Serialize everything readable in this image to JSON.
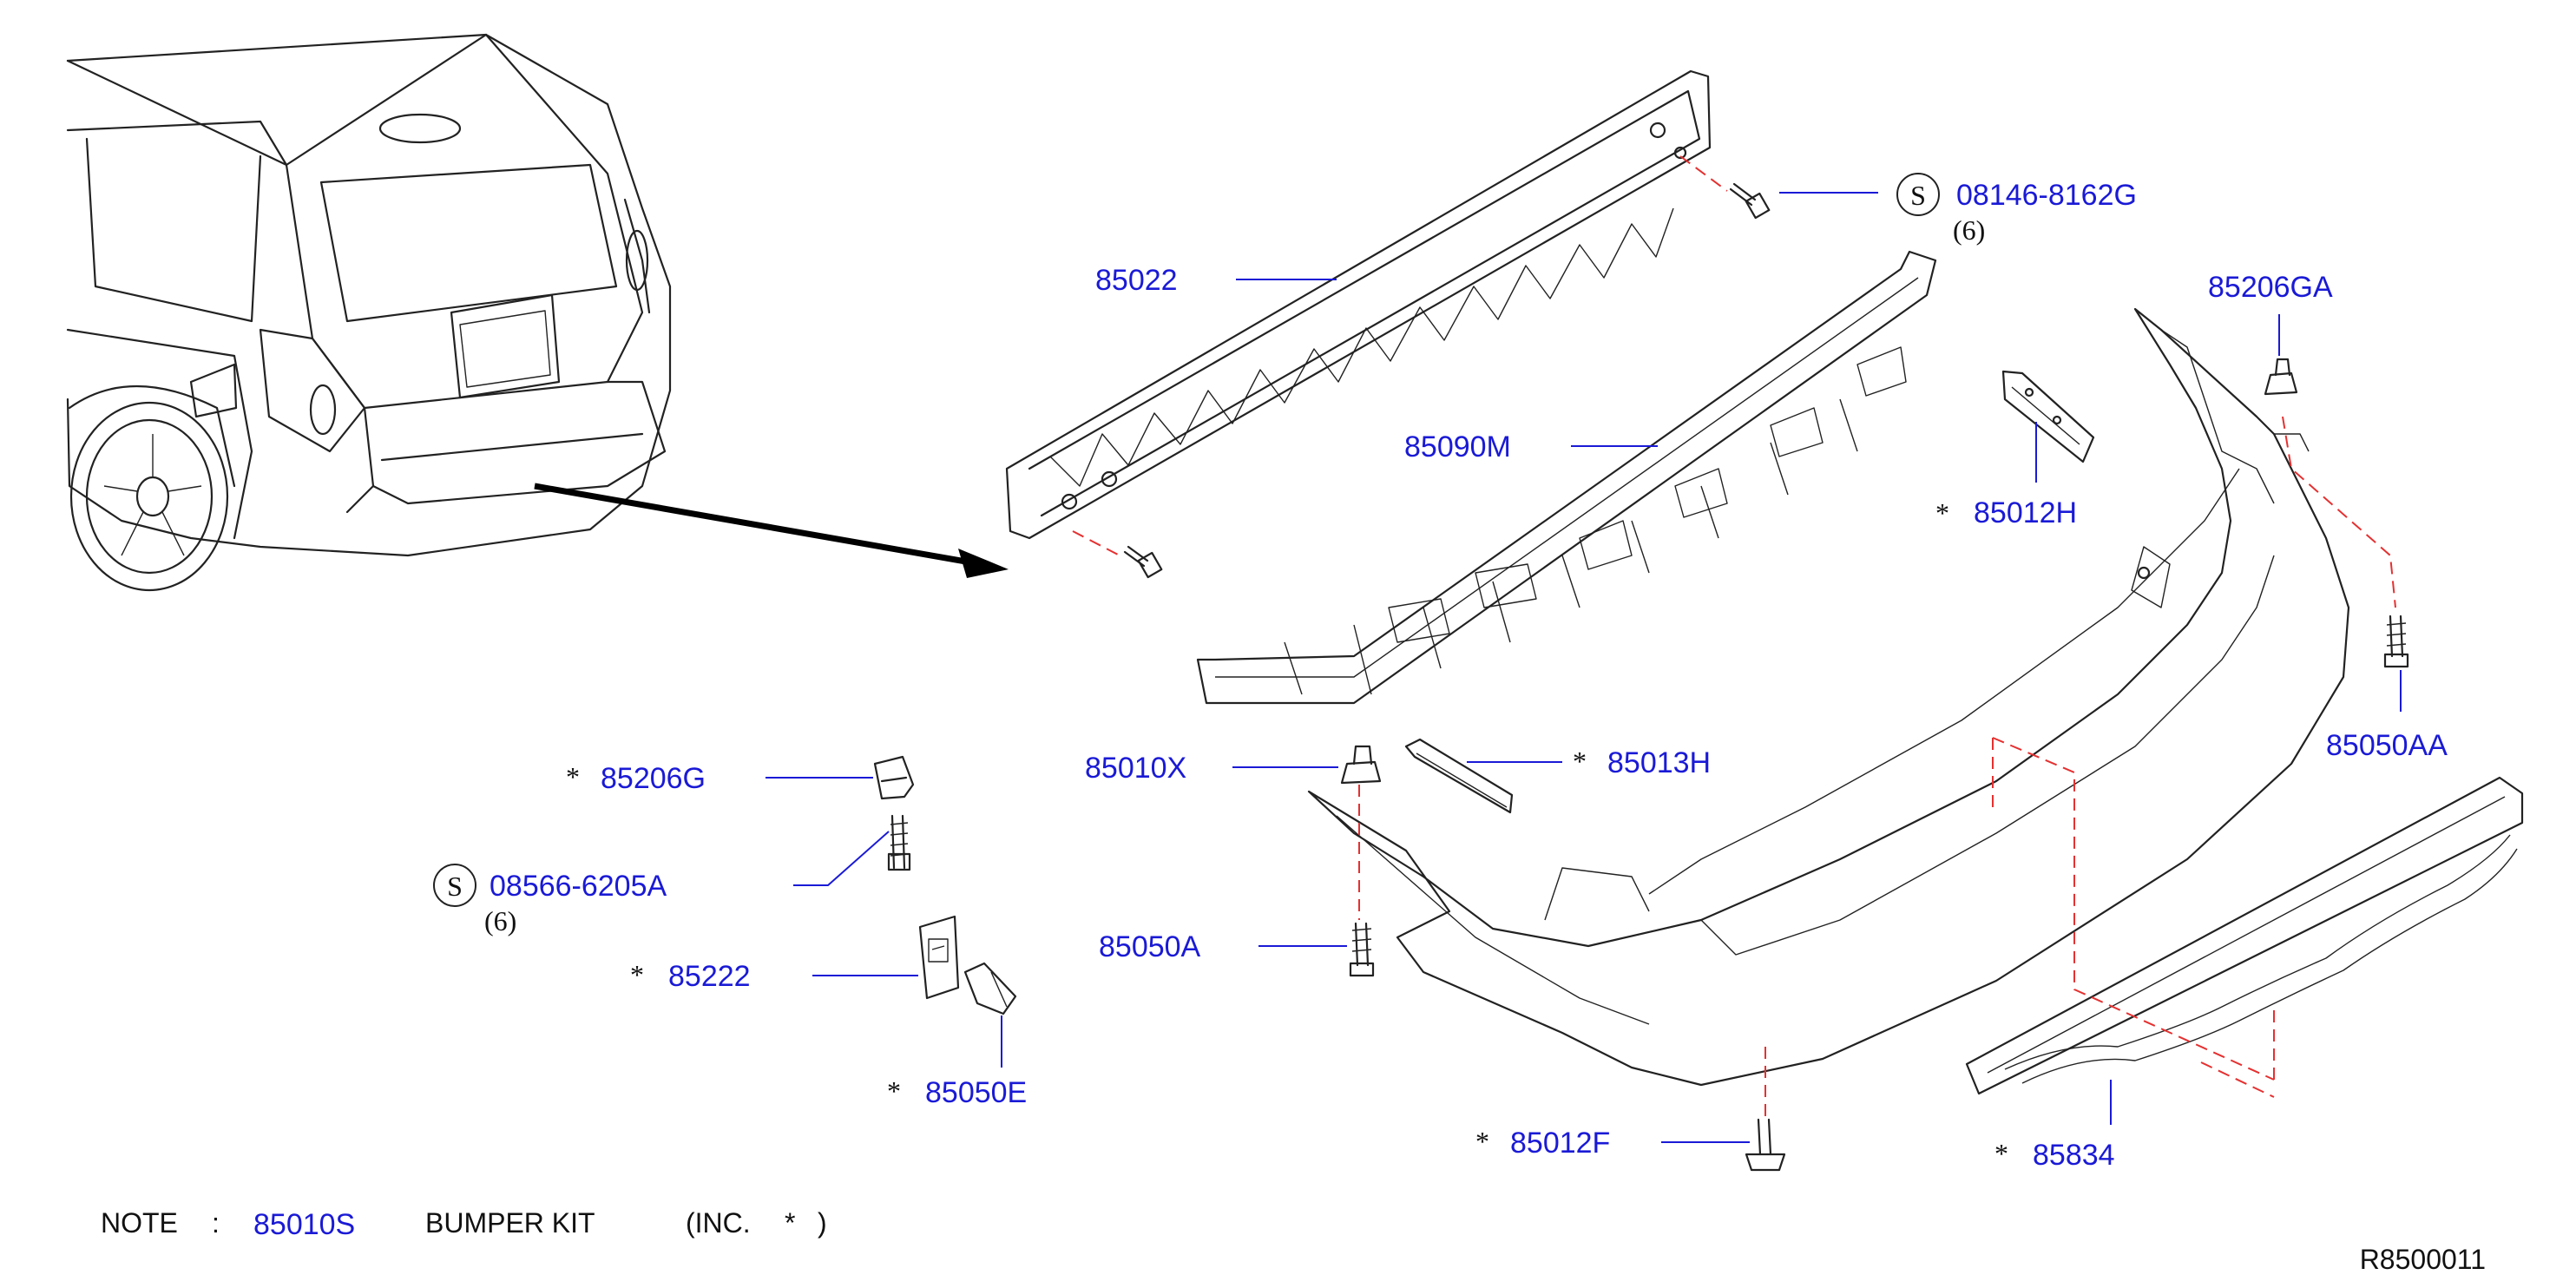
{
  "parts": {
    "p85022": "85022",
    "p85090M": "85090M",
    "p08146": "08146-8162G",
    "p08146_qty": "(6)",
    "p85206GA": "85206GA",
    "p85012H": "85012H",
    "p85050AA": "85050AA",
    "p85206G": "85206G",
    "p08566": "08566-6205A",
    "p08566_qty": "(6)",
    "p85222": "85222",
    "p85050E": "85050E",
    "p85010X": "85010X",
    "p85013H": "85013H",
    "p85050A": "85050A",
    "p85012F": "85012F",
    "p85834": "85834"
  },
  "markers": {
    "asterisk": "*",
    "standard_symbol": "S"
  },
  "note": {
    "prefix": "NOTE",
    "colon": ":",
    "kit_code": "85010S",
    "kit_name": "BUMPER KIT",
    "includes": "(INC.",
    "includes_star": "*",
    "includes_close": ")"
  },
  "ref_code": "R8500011",
  "colors": {
    "part_number": "#1a1ad6",
    "line_art": "#222222",
    "alignment_dash": "#e53030"
  }
}
